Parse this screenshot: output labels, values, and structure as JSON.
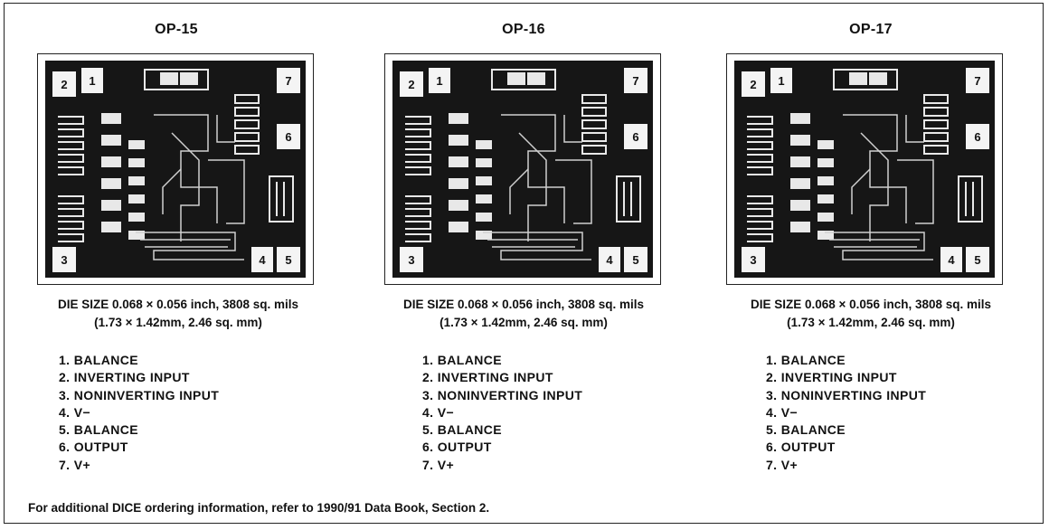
{
  "columns": [
    {
      "title": "OP-15",
      "die_size": "DIE SIZE 0.068 × 0.056 inch, 3808 sq. mils",
      "die_size_metric": "(1.73 × 1.42mm, 2.46 sq. mm)",
      "pads": [
        "1",
        "2",
        "3",
        "4",
        "5",
        "6",
        "7"
      ],
      "pins": [
        "1. BALANCE",
        "2. INVERTING INPUT",
        "3. NONINVERTING INPUT",
        "4. V−",
        "5. BALANCE",
        "6. OUTPUT",
        "7. V+"
      ]
    },
    {
      "title": "OP-16",
      "die_size": "DIE SIZE 0.068 × 0.056 inch, 3808 sq. mils",
      "die_size_metric": "(1.73 × 1.42mm, 2.46 sq. mm)",
      "pads": [
        "1",
        "2",
        "3",
        "4",
        "5",
        "6",
        "7"
      ],
      "pins": [
        "1. BALANCE",
        "2. INVERTING INPUT",
        "3. NONINVERTING INPUT",
        "4. V−",
        "5. BALANCE",
        "6. OUTPUT",
        "7. V+"
      ]
    },
    {
      "title": "OP-17",
      "die_size": "DIE SIZE 0.068 × 0.056 inch, 3808 sq. mils",
      "die_size_metric": "(1.73 × 1.42mm, 2.46 sq. mm)",
      "pads": [
        "1",
        "2",
        "3",
        "4",
        "5",
        "6",
        "7"
      ],
      "pins": [
        "1. BALANCE",
        "2. INVERTING INPUT",
        "3. NONINVERTING INPUT",
        "4. V−",
        "5. BALANCE",
        "6. OUTPUT",
        "7. V+"
      ]
    }
  ],
  "footer": "For additional DICE ordering information, refer to 1990/91 Data Book, Section 2."
}
